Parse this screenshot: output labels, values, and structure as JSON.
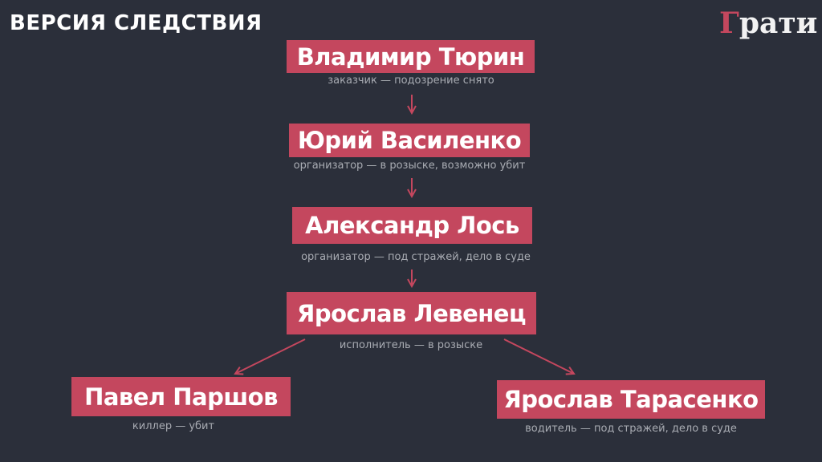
{
  "header": {
    "title": "ВЕРСИЯ СЛЕДСТВИЯ",
    "logo": "Грати"
  },
  "nodes": [
    {
      "name": "Владимир Тюрин",
      "role": "заказчик — подозрение снято"
    },
    {
      "name": "Юрий Василенко",
      "role": "организатор — в розыске, возможно убит"
    },
    {
      "name": "Александр Лось",
      "role": "организатор — под стражей, дело в суде"
    },
    {
      "name": "Ярослав Левенец",
      "role": "исполнитель — в розыске"
    },
    {
      "name": "Павел Паршов",
      "role": "киллер — убит"
    },
    {
      "name": "Ярослав Тарасенко",
      "role": "водитель — под стражей, дело в суде"
    }
  ],
  "edges": [
    [
      "Владимир Тюрин",
      "Юрий Василенко"
    ],
    [
      "Юрий Василенко",
      "Александр Лось"
    ],
    [
      "Александр Лось",
      "Ярослав Левенец"
    ],
    [
      "Ярослав Левенец",
      "Павел Паршов"
    ],
    [
      "Ярослав Левенец",
      "Ярослав Тарасенко"
    ]
  ],
  "colors": {
    "background": "#2b2f3a",
    "accent": "#c4475e"
  }
}
